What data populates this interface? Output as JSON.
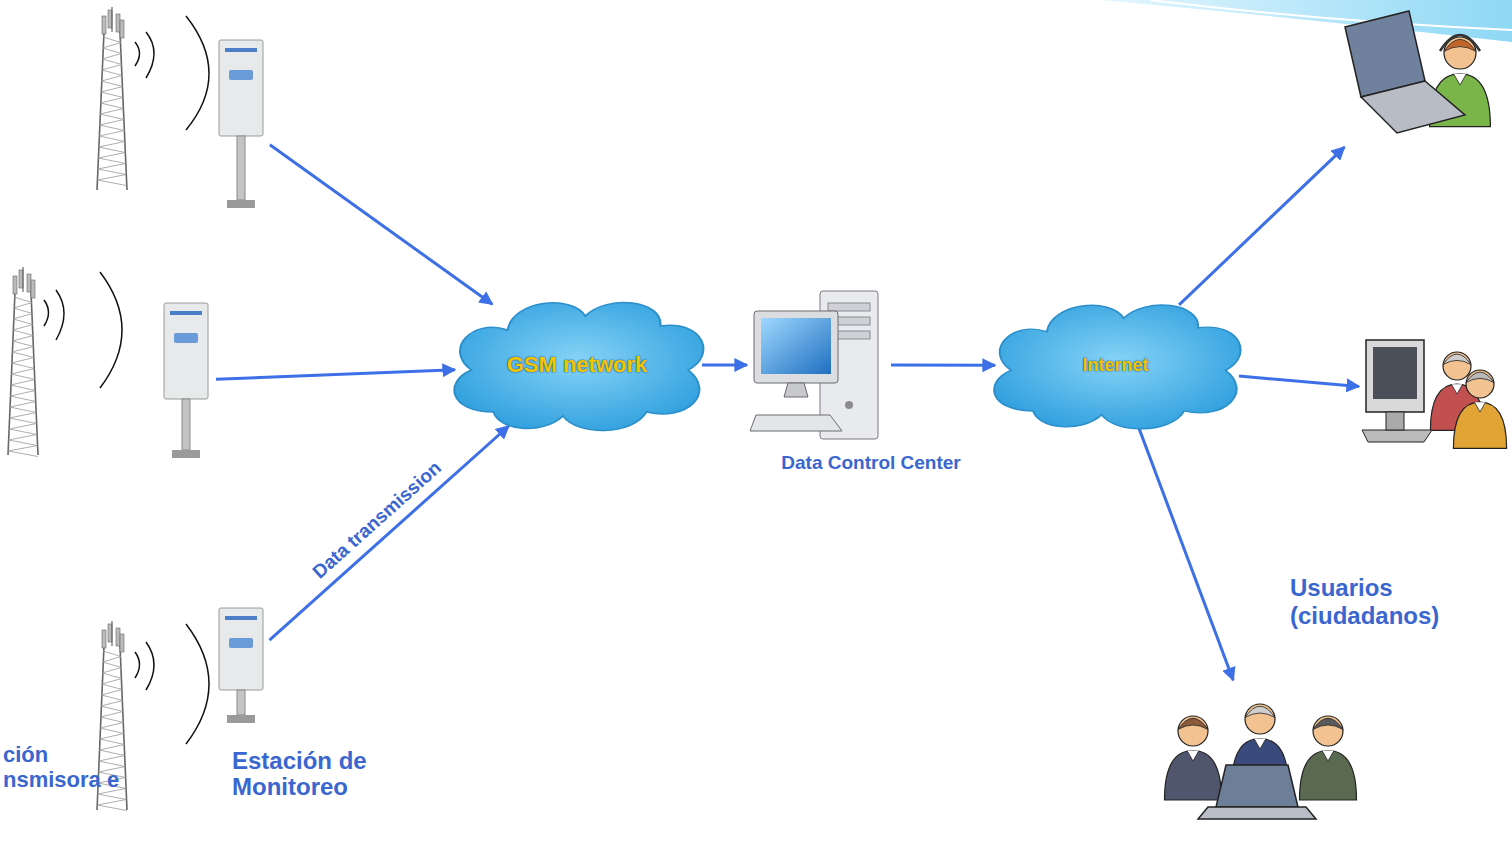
{
  "diagram": {
    "nodes": [
      {
        "text": []
      },
      {
        "text": []
      },
      {
        "text": [
          "Estación de Monitoreo"
        ]
      },
      {
        "text": [
          "GSM network"
        ]
      },
      {
        "text": [
          "Data Control Center"
        ]
      },
      {
        "text": [
          "Internet"
        ]
      },
      {
        "text": []
      },
      {
        "text": []
      },
      {
        "text": []
      }
    ],
    "edges": [
      {
        "from": 0,
        "to": 3,
        "arrow": "to"
      },
      {
        "from": 1,
        "to": 3,
        "arrow": "to"
      },
      {
        "from": 2,
        "to": 3,
        "label": "Data transmission",
        "arrow": "to"
      },
      {
        "from": 3,
        "to": 4,
        "arrow": "to"
      },
      {
        "from": 4,
        "to": 5,
        "arrow": "to"
      },
      {
        "from": 5,
        "to": 6,
        "arrow": "to"
      },
      {
        "from": 5,
        "to": 7,
        "arrow": "to"
      },
      {
        "from": 5,
        "to": 8,
        "arrow": "to"
      }
    ],
    "labels": [
      "ción nsmisora e",
      "Usuarios (ciudadanos)"
    ]
  }
}
